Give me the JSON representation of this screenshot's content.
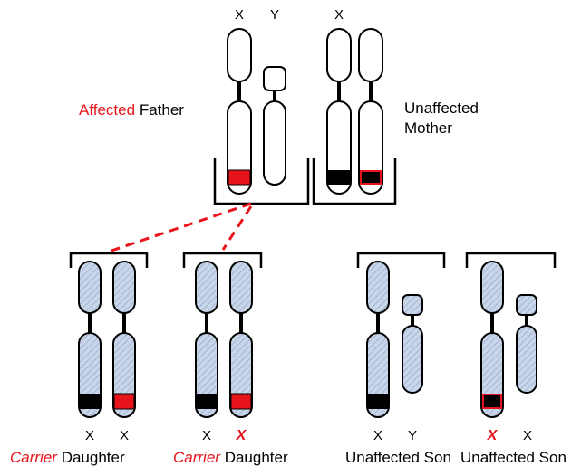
{
  "colors": {
    "affected_red": "#e8141b",
    "outline": "#000000",
    "hatch_fill": "#c9d6ea",
    "hatch_line": "#8aa0c4",
    "marker_black": "#000000"
  },
  "parents": {
    "father": {
      "status": "Affected",
      "role": "Father",
      "chromosomes": [
        "X",
        "Y"
      ]
    },
    "mother": {
      "status": "Unaffected",
      "role": "Mother",
      "chromosomes": [
        "X"
      ]
    }
  },
  "children": [
    {
      "status": "Carrier",
      "role": "Daughter",
      "chromosomes": [
        "X",
        "X"
      ]
    },
    {
      "status": "Carrier",
      "role": "Daughter",
      "chromosomes": [
        "X",
        "X"
      ]
    },
    {
      "status": "Unaffected",
      "role": "Son",
      "chromosomes": [
        "X",
        "Y"
      ]
    },
    {
      "status": "Unaffected",
      "role": "Son",
      "chromosomes": [
        "X",
        "X"
      ]
    }
  ],
  "icons": [
    "chromosome-icon",
    "cell-bracket-icon",
    "inheritance-arrow-icon"
  ]
}
